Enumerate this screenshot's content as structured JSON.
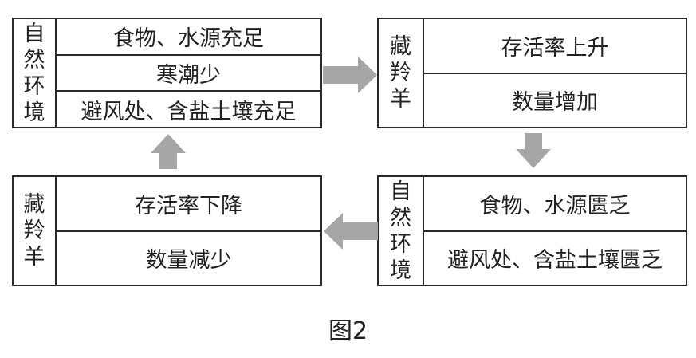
{
  "boxes": {
    "env_good": {
      "side_label": "自然环境",
      "rows": [
        "食物、水源充足",
        "寒潮少",
        "避风处、含盐土壤充足"
      ]
    },
    "antelope_up": {
      "side_label": "藏羚羊",
      "rows": [
        "存活率上升",
        "数量增加"
      ]
    },
    "env_bad": {
      "side_label": "自然环境",
      "rows": [
        "食物、水源匮乏",
        "避风处、含盐土壤匮乏"
      ]
    },
    "antelope_down": {
      "side_label": "藏羚羊",
      "rows": [
        "存活率下降",
        "数量减少"
      ]
    }
  },
  "caption": "图2",
  "colors": {
    "arrow": "#a6a6a6",
    "border": "#2a2a2a"
  }
}
